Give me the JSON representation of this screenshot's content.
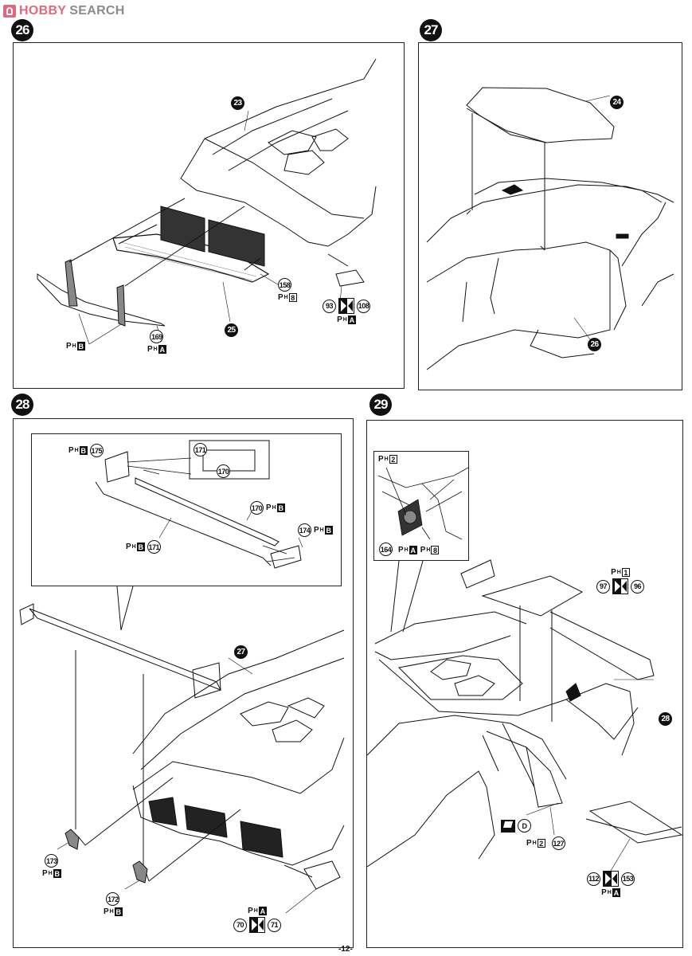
{
  "brand": {
    "logo_icon": "hobby-search-logo-icon",
    "name_part1": "HOBBY",
    "name_part2": "SEARCH",
    "accent_color": "#e06a7c",
    "secondary_color": "#8b8b8b"
  },
  "page_number": "-12-",
  "steps": [
    {
      "number": "26",
      "callouts": {
        "assembly_23": "23",
        "part_25": "25",
        "part_158": "158",
        "part_158_ph": "8",
        "part_169": "169",
        "part_169_ph": "A",
        "fins_ph": "B",
        "pair_left": "93",
        "pair_right": "108",
        "pair_ph": "A"
      }
    },
    {
      "number": "27",
      "callouts": {
        "part_24": "24",
        "assembly_26": "26"
      }
    },
    {
      "number": "28",
      "callouts": {
        "inset_175": "175",
        "inset_175_ph": "B",
        "detail_171": "171",
        "detail_170": "170",
        "part_170": "170",
        "part_170_ph": "B",
        "part_174": "174",
        "part_174_ph": "B",
        "part_171": "171",
        "part_171_ph": "B",
        "assembly_27": "27",
        "part_173": "173",
        "part_173_ph": "B",
        "part_172": "172",
        "part_172_ph": "B",
        "pair_left": "70",
        "pair_right": "71",
        "pair_ph": "A"
      }
    },
    {
      "number": "29",
      "callouts": {
        "inset_ph_top": "2",
        "part_164": "164",
        "part_164_ph_a": "A",
        "part_164_ph_b": "8",
        "pair_97": "97",
        "pair_96": "96",
        "pair_97_ph": "1",
        "assembly_28": "28",
        "decal": "D",
        "part_127": "127",
        "part_127_ph": "2",
        "pair_112": "112",
        "pair_153": "153",
        "pair_112_ph": "A"
      }
    }
  ],
  "ph_prefix": "P",
  "ph_sub": "H"
}
